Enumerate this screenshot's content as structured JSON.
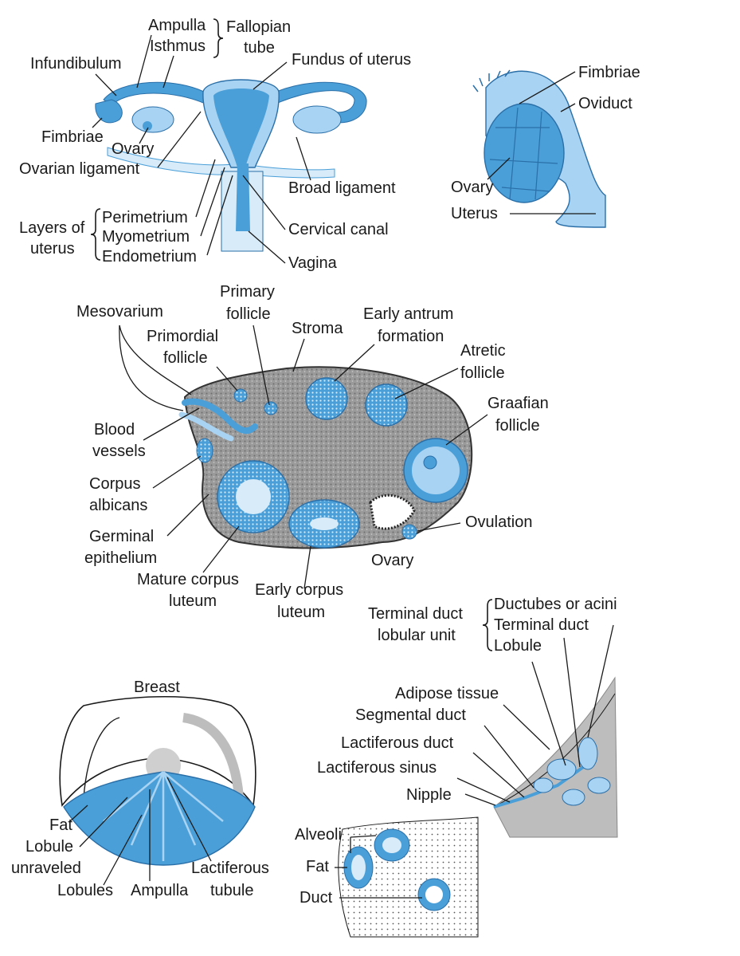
{
  "colors": {
    "tissue_blue": "#4a9fd8",
    "tissue_light": "#a9d3f2",
    "tissue_pale": "#d7ebf9",
    "stroma_gray": "#8a8a8a",
    "fat_gray": "#bdbdbd",
    "line": "#1a1a1a"
  },
  "icons": [
    "uterus-illustration",
    "oviduct-illustration",
    "ovary-cross-section",
    "breast-section",
    "breast-duct-illustration",
    "alveoli-illustration"
  ],
  "uterus_panel": {
    "labels": {
      "ampulla": "Ampulla",
      "isthmus": "Isthmus",
      "fallopian": "Fallopian",
      "tube": "tube",
      "infundibulum": "Infundibulum",
      "fundus": "Fundus of uterus",
      "fimbriae": "Fimbriae",
      "ovary": "Ovary",
      "ovarian_ligament": "Ovarian ligament",
      "broad_ligament": "Broad ligament",
      "layers_of": "Layers of",
      "uterus": "uterus",
      "perimetrium": "Perimetrium",
      "myometrium": "Myometrium",
      "endometrium": "Endometrium",
      "cervical_canal": "Cervical canal",
      "vagina": "Vagina"
    }
  },
  "oviduct_panel": {
    "labels": {
      "fimbriae": "Fimbriae",
      "oviduct": "Oviduct",
      "ovary": "Ovary",
      "uterus": "Uterus"
    }
  },
  "ovary_panel": {
    "labels": {
      "primary": "Primary",
      "follicle_a": "follicle",
      "mesovarium": "Mesovarium",
      "primordial": "Primordial",
      "follicle_b": "follicle",
      "stroma": "Stroma",
      "early_antrum": "Early antrum",
      "formation": "formation",
      "atretic": "Atretic",
      "follicle_c": "follicle",
      "graafian": "Graafian",
      "follicle_d": "follicle",
      "blood": "Blood",
      "vessels": "vessels",
      "corpus": "Corpus",
      "albicans": "albicans",
      "germinal": "Germinal",
      "epithelium": "epithelium",
      "mature_corpus": "Mature corpus",
      "luteum_a": "luteum",
      "early_corpus": "Early corpus",
      "luteum_b": "luteum",
      "ovulation": "Ovulation",
      "ovary": "Ovary"
    }
  },
  "breast_panel": {
    "labels": {
      "breast": "Breast",
      "fat": "Fat",
      "lobule": "Lobule",
      "unraveled": "unraveled",
      "lobules": "Lobules",
      "ampulla": "Ampulla",
      "lactiferous": "Lactiferous",
      "tubule": "tubule"
    }
  },
  "duct_panel": {
    "labels": {
      "terminal_duct": "Terminal duct",
      "lobular_unit": "lobular unit",
      "ductubes": "Ductubes or acini",
      "terminal_duct_b": "Terminal duct",
      "lobule": "Lobule",
      "adipose": "Adipose tissue",
      "segmental": "Segmental duct",
      "lactiferous_duct": "Lactiferous duct",
      "lactiferous_sinus": "Lactiferous sinus",
      "nipple": "Nipple"
    }
  },
  "alveoli_panel": {
    "labels": {
      "alveoli": "Alveoli",
      "fat": "Fat",
      "duct": "Duct"
    }
  }
}
